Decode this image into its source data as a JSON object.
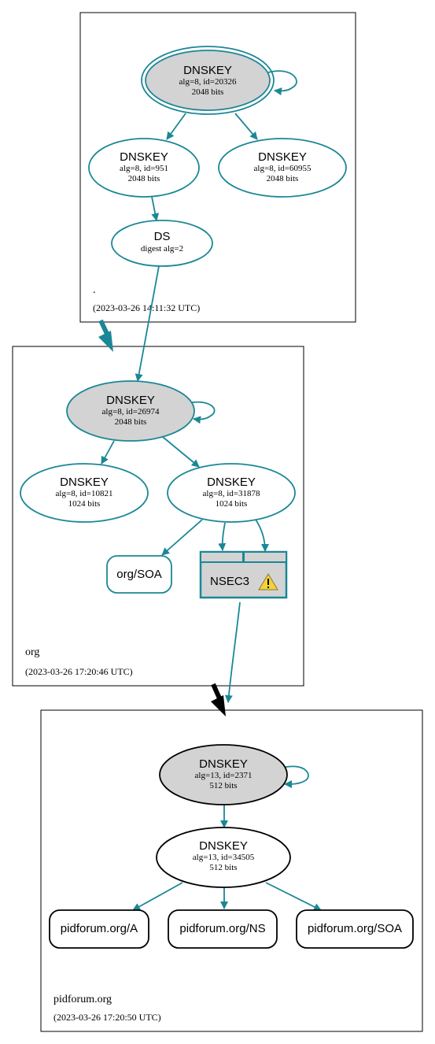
{
  "colors": {
    "teal": "#1b8796",
    "black": "#000000",
    "gray_fill": "#d3d3d3",
    "warning_yellow": "#f2d13b"
  },
  "zones": {
    "root": {
      "label": ".",
      "timestamp": "(2023-03-26 14:11:32 UTC)"
    },
    "org": {
      "label": "org",
      "timestamp": "(2023-03-26 17:20:46 UTC)"
    },
    "pidforum": {
      "label": "pidforum.org",
      "timestamp": "(2023-03-26 17:20:50 UTC)"
    }
  },
  "nodes": {
    "root_ksk": {
      "title": "DNSKEY",
      "line1": "alg=8, id=20326",
      "line2": "2048 bits"
    },
    "root_zsk1": {
      "title": "DNSKEY",
      "line1": "alg=8, id=951",
      "line2": "2048 bits"
    },
    "root_zsk2": {
      "title": "DNSKEY",
      "line1": "alg=8, id=60955",
      "line2": "2048 bits"
    },
    "root_ds": {
      "title": "DS",
      "line1": "digest alg=2"
    },
    "org_ksk": {
      "title": "DNSKEY",
      "line1": "alg=8, id=26974",
      "line2": "2048 bits"
    },
    "org_zsk1": {
      "title": "DNSKEY",
      "line1": "alg=8, id=10821",
      "line2": "1024 bits"
    },
    "org_zsk2": {
      "title": "DNSKEY",
      "line1": "alg=8, id=31878",
      "line2": "1024 bits"
    },
    "org_soa": {
      "title": "org/SOA"
    },
    "org_nsec3": {
      "title": "NSEC3"
    },
    "pid_ksk": {
      "title": "DNSKEY",
      "line1": "alg=13, id=2371",
      "line2": "512 bits"
    },
    "pid_zsk": {
      "title": "DNSKEY",
      "line1": "alg=13, id=34505",
      "line2": "512 bits"
    },
    "pid_a": {
      "title": "pidforum.org/A"
    },
    "pid_ns": {
      "title": "pidforum.org/NS"
    },
    "pid_soa": {
      "title": "pidforum.org/SOA"
    }
  }
}
